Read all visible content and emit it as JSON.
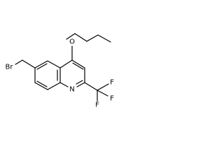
{
  "atoms": {
    "oxygen": "O",
    "nitrogen": "N",
    "bromine": "Br",
    "fluorine_1": "F",
    "fluorine_2": "F",
    "fluorine_3": "F"
  }
}
